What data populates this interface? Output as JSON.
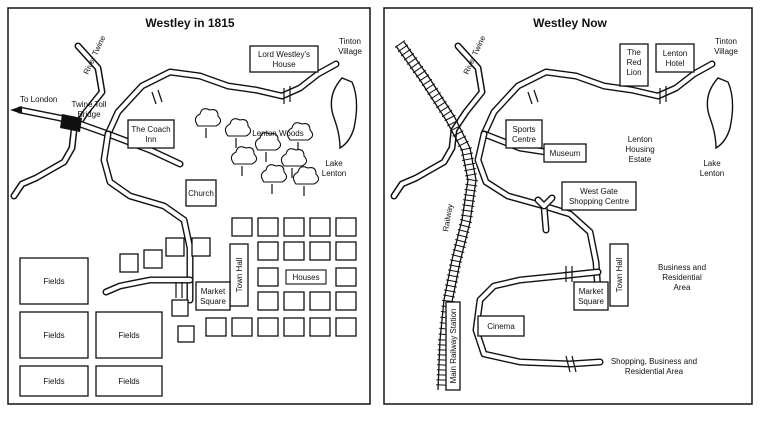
{
  "map_1815": {
    "title": "Westley in 1815",
    "labels": {
      "to_london": "To London",
      "river_twine": "River Twine",
      "twine_toll_bridge_1": "Twine Toll",
      "twine_toll_bridge_2": "Bridge",
      "lord_westleys_house_1": "Lord Westley's",
      "lord_westleys_house_2": "House",
      "tinton_village_1": "Tinton",
      "tinton_village_2": "Village",
      "the_coach_inn_1": "The Coach",
      "the_coach_inn_2": "Inn",
      "lenton_woods": "Lenton Woods",
      "lake_lenton_1": "Lake",
      "lake_lenton_2": "Lenton",
      "church": "Church",
      "town_hall": "Town Hall",
      "market_square_1": "Market",
      "market_square_2": "Square",
      "houses": "Houses",
      "fields": "Fields"
    }
  },
  "map_now": {
    "title": "Westley Now",
    "labels": {
      "river_twine": "River Twine",
      "railway": "Railway",
      "the_red_lion_1": "The",
      "the_red_lion_2": "Red",
      "the_red_lion_3": "Lion",
      "lenton_hotel_1": "Lenton",
      "lenton_hotel_2": "Hotel",
      "tinton_village_1": "Tinton",
      "tinton_village_2": "Village",
      "sports_centre_1": "Sports",
      "sports_centre_2": "Centre",
      "museum": "Museum",
      "lenton_housing_estate_1": "Lenton",
      "lenton_housing_estate_2": "Housing",
      "lenton_housing_estate_3": "Estate",
      "lake_lenton_1": "Lake",
      "lake_lenton_2": "Lenton",
      "west_gate_1": "West Gate",
      "west_gate_2": "Shopping Centre",
      "business_residential_1": "Business and",
      "business_residential_2": "Residential",
      "business_residential_3": "Area",
      "town_hall": "Town Hall",
      "market_square_1": "Market",
      "market_square_2": "Square",
      "cinema": "Cinema",
      "main_railway_station": "Main Railway Station",
      "shopping_business_1": "Shopping, Business and",
      "shopping_business_2": "Residential Area"
    }
  }
}
